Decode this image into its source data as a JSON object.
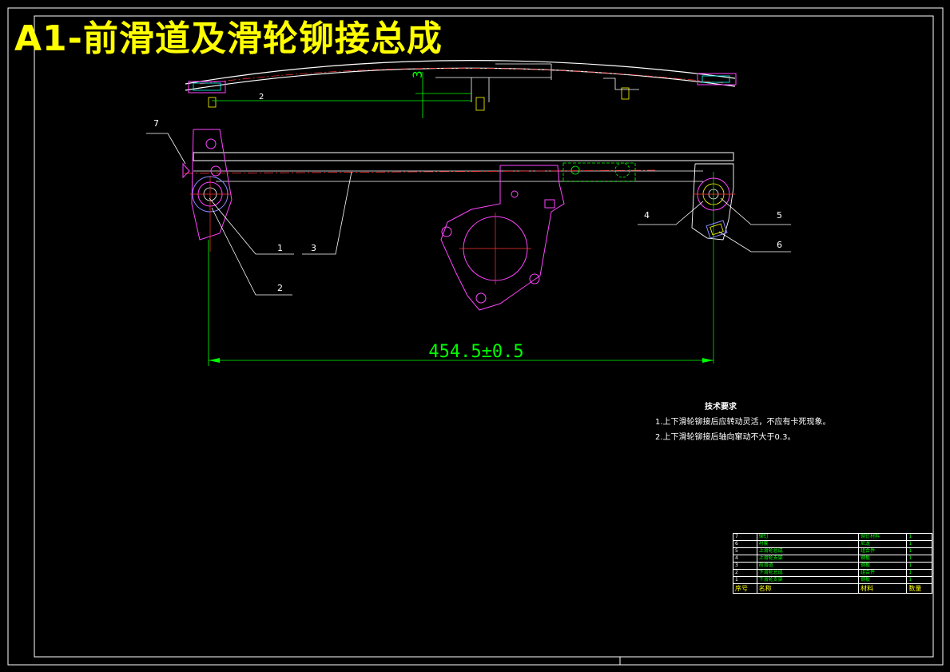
{
  "title": "A1-前滑道及滑轮铆接总成",
  "dimensions": {
    "length": "454.5±0.5",
    "offset": "3"
  },
  "balloons": [
    "1",
    "2",
    "3",
    "4",
    "5",
    "6",
    "7"
  ],
  "tech_requirements": {
    "title": "技术要求",
    "items": [
      "1.上下滑轮铆接后应转动灵活，不应有卡死现象。",
      "2.上下滑轮铆接后轴向窜动不大于0.3。"
    ]
  },
  "bom": {
    "headers": [
      "序号",
      "名称",
      "材料",
      "数量"
    ],
    "rows": [
      {
        "no": "7",
        "name": "铆钉",
        "material": "铆钉材料",
        "qty": "1"
      },
      {
        "no": "6",
        "name": "衬套",
        "material": "尼龙",
        "qty": "1"
      },
      {
        "no": "5",
        "name": "上滑轮总成",
        "material": "组合件",
        "qty": "1"
      },
      {
        "no": "4",
        "name": "上滑轮支架",
        "material": "钢板",
        "qty": "1"
      },
      {
        "no": "3",
        "name": "前滑道",
        "material": "钢板",
        "qty": "1"
      },
      {
        "no": "2",
        "name": "下滑轮总成",
        "material": "组合件",
        "qty": "1"
      },
      {
        "no": "1",
        "name": "下滑轮支架",
        "material": "钢板",
        "qty": "1"
      }
    ]
  }
}
